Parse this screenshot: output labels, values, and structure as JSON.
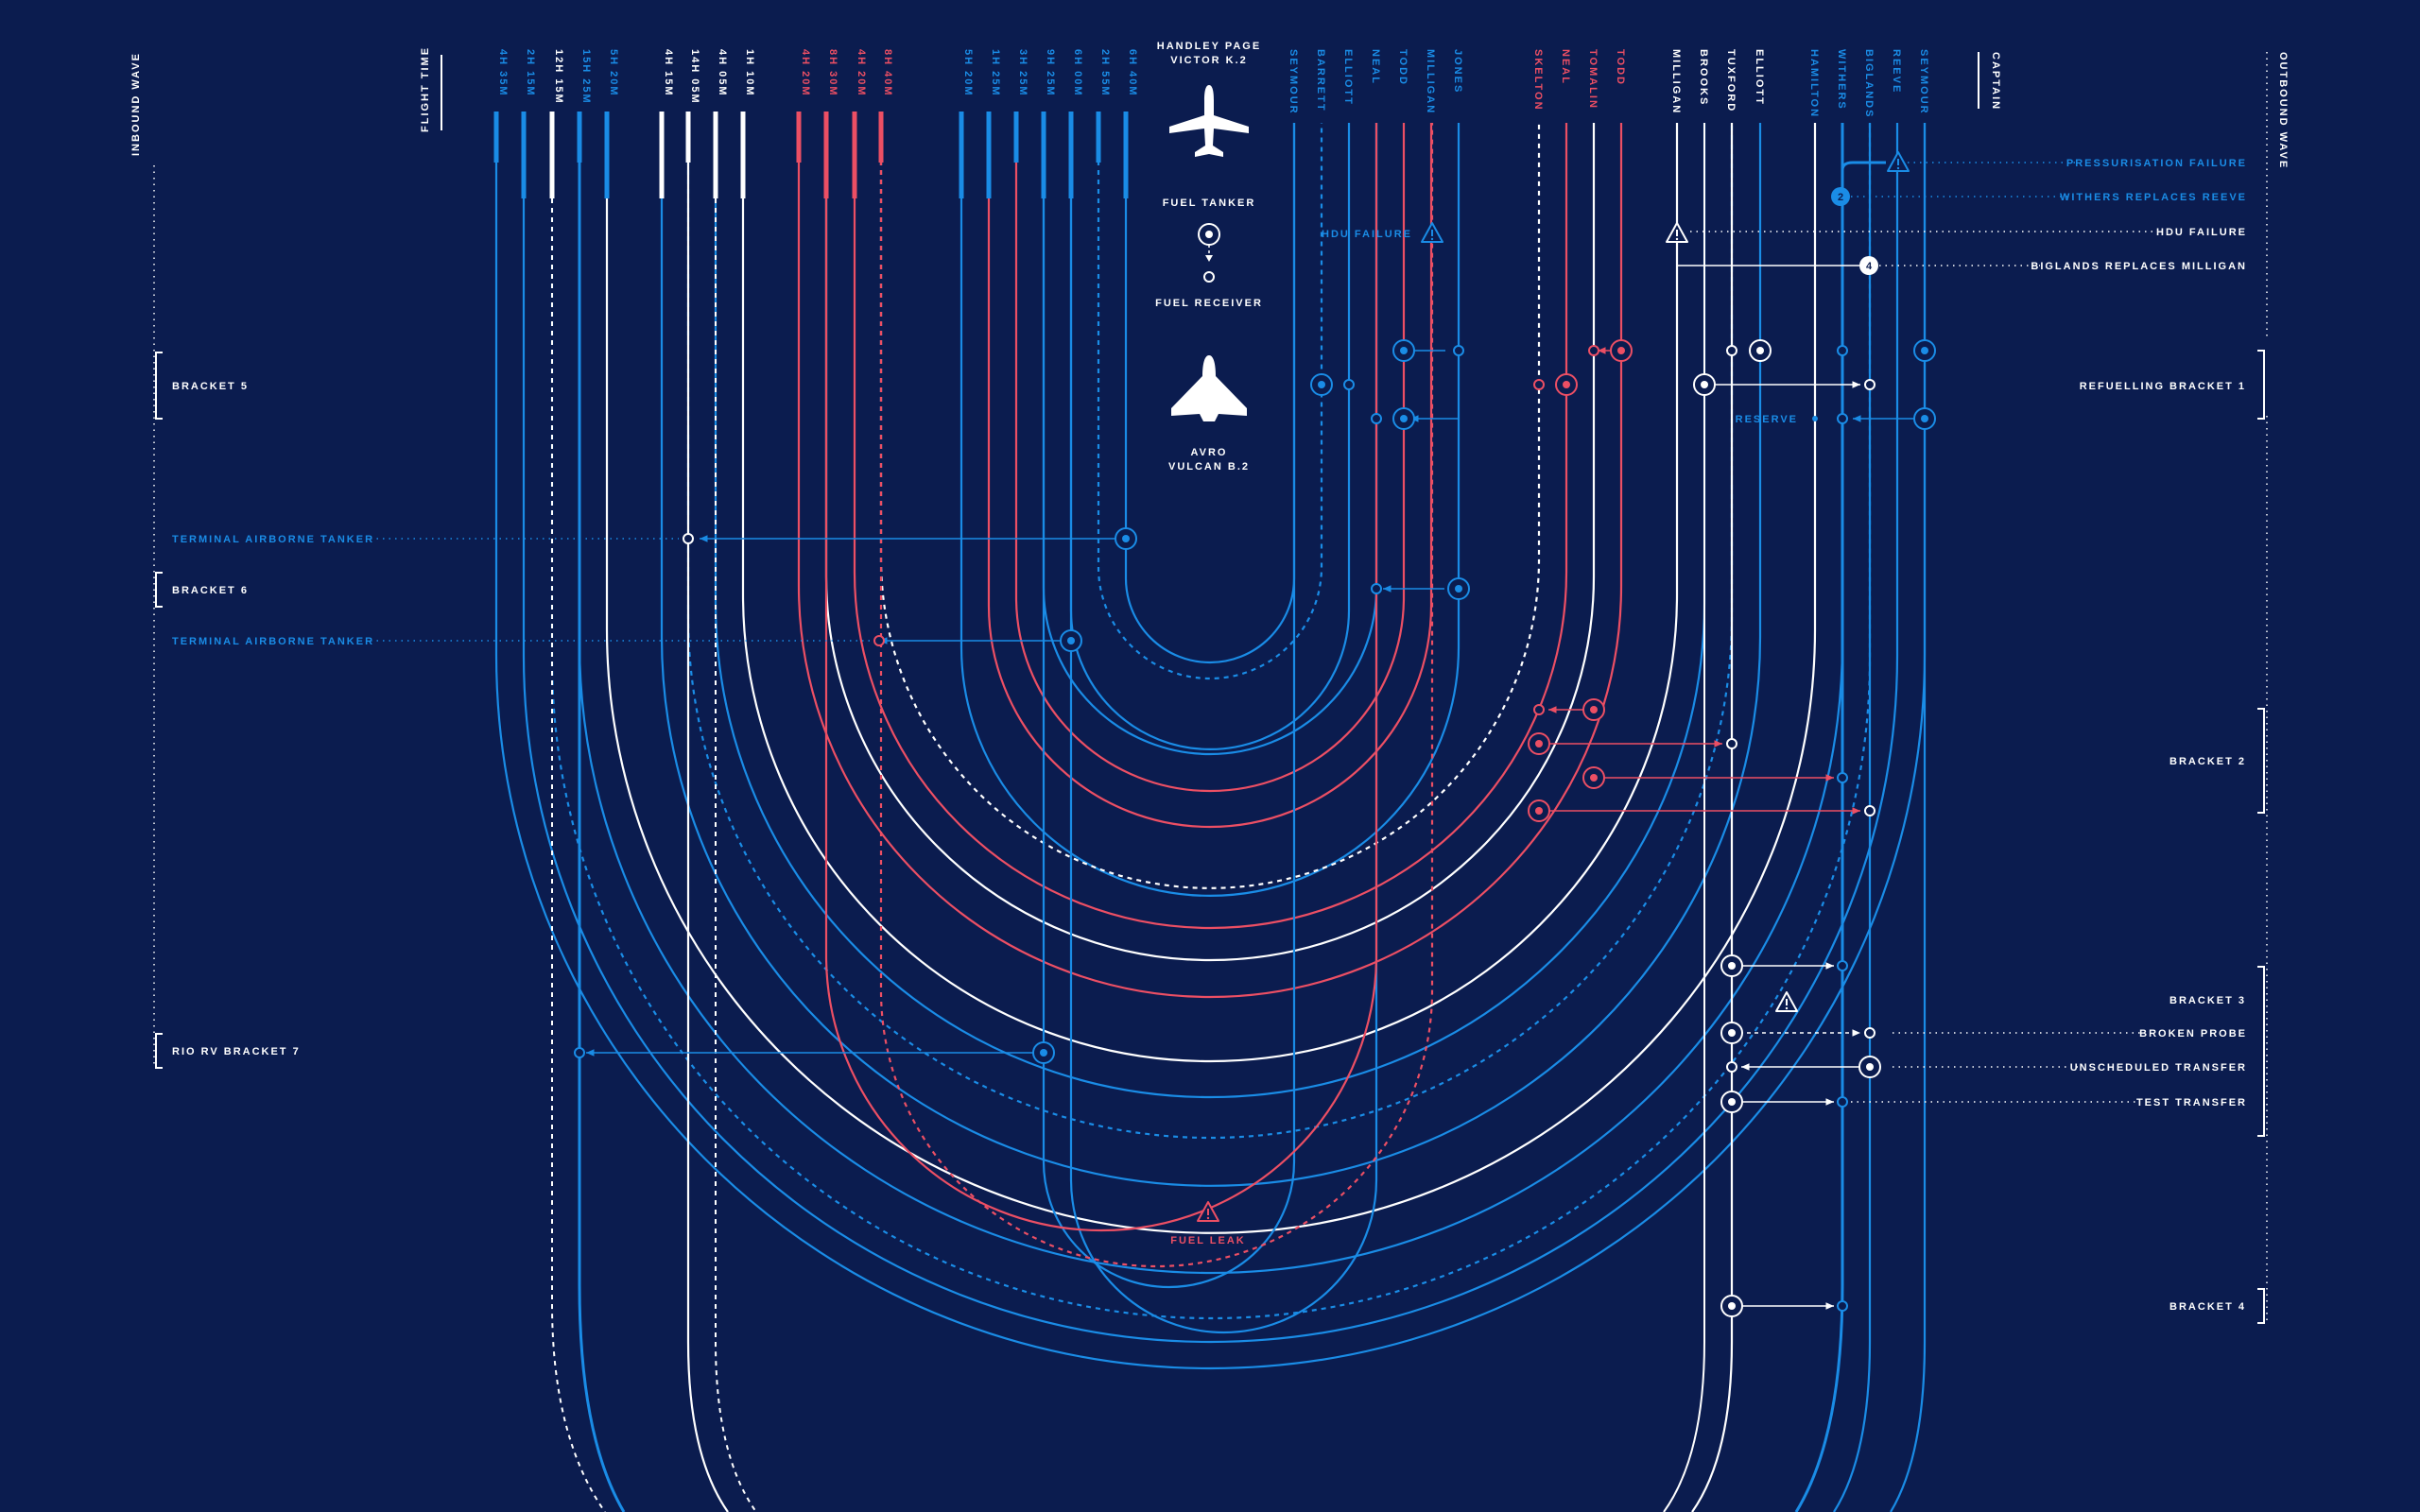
{
  "header": {
    "inbound_wave": "INBOUND WAVE",
    "outbound_wave": "OUTBOUND WAVE",
    "flight_time": "FLIGHT TIME",
    "captain": "CAPTAIN"
  },
  "legend": {
    "victor_line1": "HANDLEY PAGE",
    "victor_line2": "VICTOR K.2",
    "fuel_tanker": "FUEL TANKER",
    "fuel_receiver": "FUEL RECEIVER",
    "vulcan_line1": "AVRO",
    "vulcan_line2": "VULCAN B.2"
  },
  "flight_times": [
    {
      "text": "4H 35M",
      "color": "#1a8ce6"
    },
    {
      "text": "2H 15M",
      "color": "#1a8ce6"
    },
    {
      "text": "12H 15M",
      "color": "#ffffff"
    },
    {
      "text": "15H 25M",
      "color": "#1a8ce6"
    },
    {
      "text": "5H 20M",
      "color": "#1a8ce6"
    },
    {
      "text": "4H 15M",
      "color": "#ffffff"
    },
    {
      "text": "14H 05M",
      "color": "#ffffff"
    },
    {
      "text": "4H 05M",
      "color": "#ffffff"
    },
    {
      "text": "1H 10M",
      "color": "#ffffff"
    },
    {
      "text": "4H 20M",
      "color": "#ec4f64"
    },
    {
      "text": "8H 30M",
      "color": "#ec4f64"
    },
    {
      "text": "4H 20M",
      "color": "#ec4f64"
    },
    {
      "text": "8H 40M",
      "color": "#ec4f64"
    },
    {
      "text": "5H 20M",
      "color": "#1a8ce6"
    },
    {
      "text": "1H 25M",
      "color": "#1a8ce6"
    },
    {
      "text": "3H 25M",
      "color": "#1a8ce6"
    },
    {
      "text": "9H 25M",
      "color": "#1a8ce6"
    },
    {
      "text": "6H 00M",
      "color": "#1a8ce6"
    },
    {
      "text": "2H 55M",
      "color": "#1a8ce6"
    },
    {
      "text": "6H 40M",
      "color": "#1a8ce6"
    }
  ],
  "inbound_captains": [
    {
      "text": "SEYMOUR",
      "color": "#1a8ce6"
    },
    {
      "text": "BARRETT",
      "color": "#1a8ce6"
    },
    {
      "text": "ELLIOTT",
      "color": "#1a8ce6"
    },
    {
      "text": "NEAL",
      "color": "#1a8ce6"
    },
    {
      "text": "TODD",
      "color": "#1a8ce6"
    },
    {
      "text": "MILLIGAN",
      "color": "#1a8ce6"
    },
    {
      "text": "JONES",
      "color": "#1a8ce6"
    }
  ],
  "outbound_captains": [
    {
      "text": "SKELTON",
      "color": "#ec4f64"
    },
    {
      "text": "NEAL",
      "color": "#ec4f64"
    },
    {
      "text": "TOMALIN",
      "color": "#ec4f64"
    },
    {
      "text": "TODD",
      "color": "#ec4f64"
    },
    {
      "text": "MILLIGAN",
      "color": "#ffffff"
    },
    {
      "text": "BROOKS",
      "color": "#ffffff"
    },
    {
      "text": "TUXFORD",
      "color": "#ffffff"
    },
    {
      "text": "ELLIOTT",
      "color": "#ffffff"
    },
    {
      "text": "HAMILTON",
      "color": "#1a8ce6"
    },
    {
      "text": "WITHERS",
      "color": "#1a8ce6"
    },
    {
      "text": "BIGLANDS",
      "color": "#1a8ce6"
    },
    {
      "text": "REEVE",
      "color": "#1a8ce6"
    },
    {
      "text": "SEYMOUR",
      "color": "#1a8ce6"
    }
  ],
  "brackets_left": [
    "BRACKET 5",
    "BRACKET 6",
    "RIO RV BRACKET 7"
  ],
  "brackets_right": [
    "REFUELLING BRACKET 1",
    "BRACKET 2",
    "BRACKET 3",
    "BRACKET 4"
  ],
  "events": {
    "pressurisation_failure": "PRESSURISATION FAILURE",
    "withers_replaces_reeve": "WITHERS REPLACES REEVE",
    "hdu_failure_right": "HDU FAILURE",
    "biglands_replaces_milligan": "BIGLANDS REPLACES MILLIGAN",
    "hdu_failure_left": "HDU FAILURE",
    "reserve": "RESERVE",
    "terminal_tanker_1": "TERMINAL AIRBORNE TANKER",
    "terminal_tanker_2": "TERMINAL AIRBORNE TANKER",
    "broken_probe": "BROKEN PROBE",
    "unscheduled_transfer": "UNSCHEDULED TRANSFER",
    "test_transfer": "TEST TRANSFER",
    "fuel_leak": "FUEL LEAK",
    "badge_2": "2",
    "badge_4": "4"
  },
  "colors": {
    "background": "#0b1c4f",
    "blue": "#1a8ce6",
    "red": "#ec4f64",
    "white": "#ffffff"
  }
}
